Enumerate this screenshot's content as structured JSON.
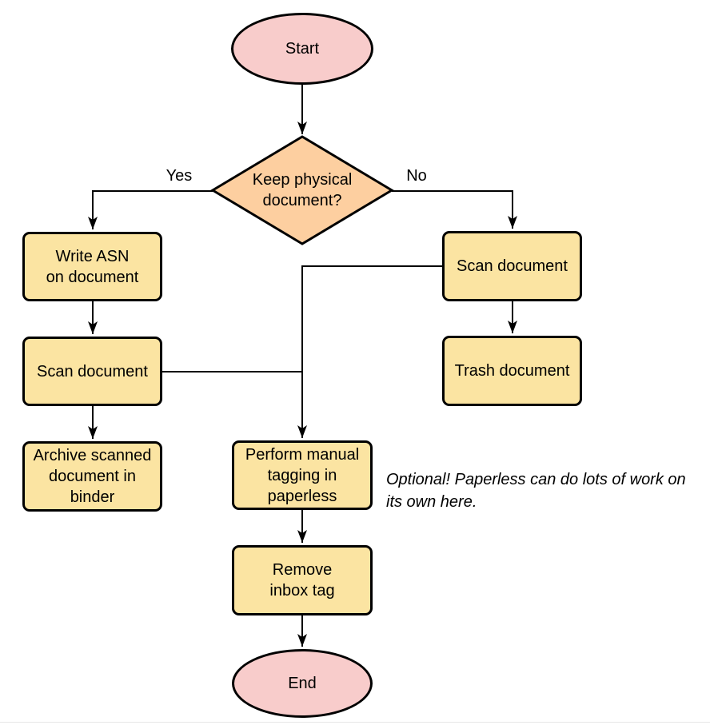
{
  "diagram": {
    "type": "flowchart",
    "colors": {
      "terminal_fill": "#f8cccb",
      "decision_fill": "#fdcfa0",
      "process_fill": "#fbe4a2",
      "stroke": "#000000",
      "divider": "#e7e7e7"
    },
    "nodes": {
      "start": {
        "type": "terminal",
        "label": "Start"
      },
      "decision": {
        "type": "decision",
        "label": "Keep physical\ndocument?"
      },
      "write_asn": {
        "type": "process",
        "label": "Write ASN\non document"
      },
      "scan_left": {
        "type": "process",
        "label": "Scan document"
      },
      "archive": {
        "type": "process",
        "label": "Archive scanned\ndocument in\nbinder"
      },
      "scan_right": {
        "type": "process",
        "label": "Scan document"
      },
      "trash": {
        "type": "process",
        "label": "Trash document"
      },
      "tagging": {
        "type": "process",
        "label": "Perform manual\ntagging in\npaperless"
      },
      "remove_inbox": {
        "type": "process",
        "label": "Remove\ninbox tag"
      },
      "end": {
        "type": "terminal",
        "label": "End"
      }
    },
    "edge_labels": {
      "yes": "Yes",
      "no": "No"
    },
    "note": {
      "text": "Optional! Paperless can do lots of work on\nits own here."
    }
  }
}
